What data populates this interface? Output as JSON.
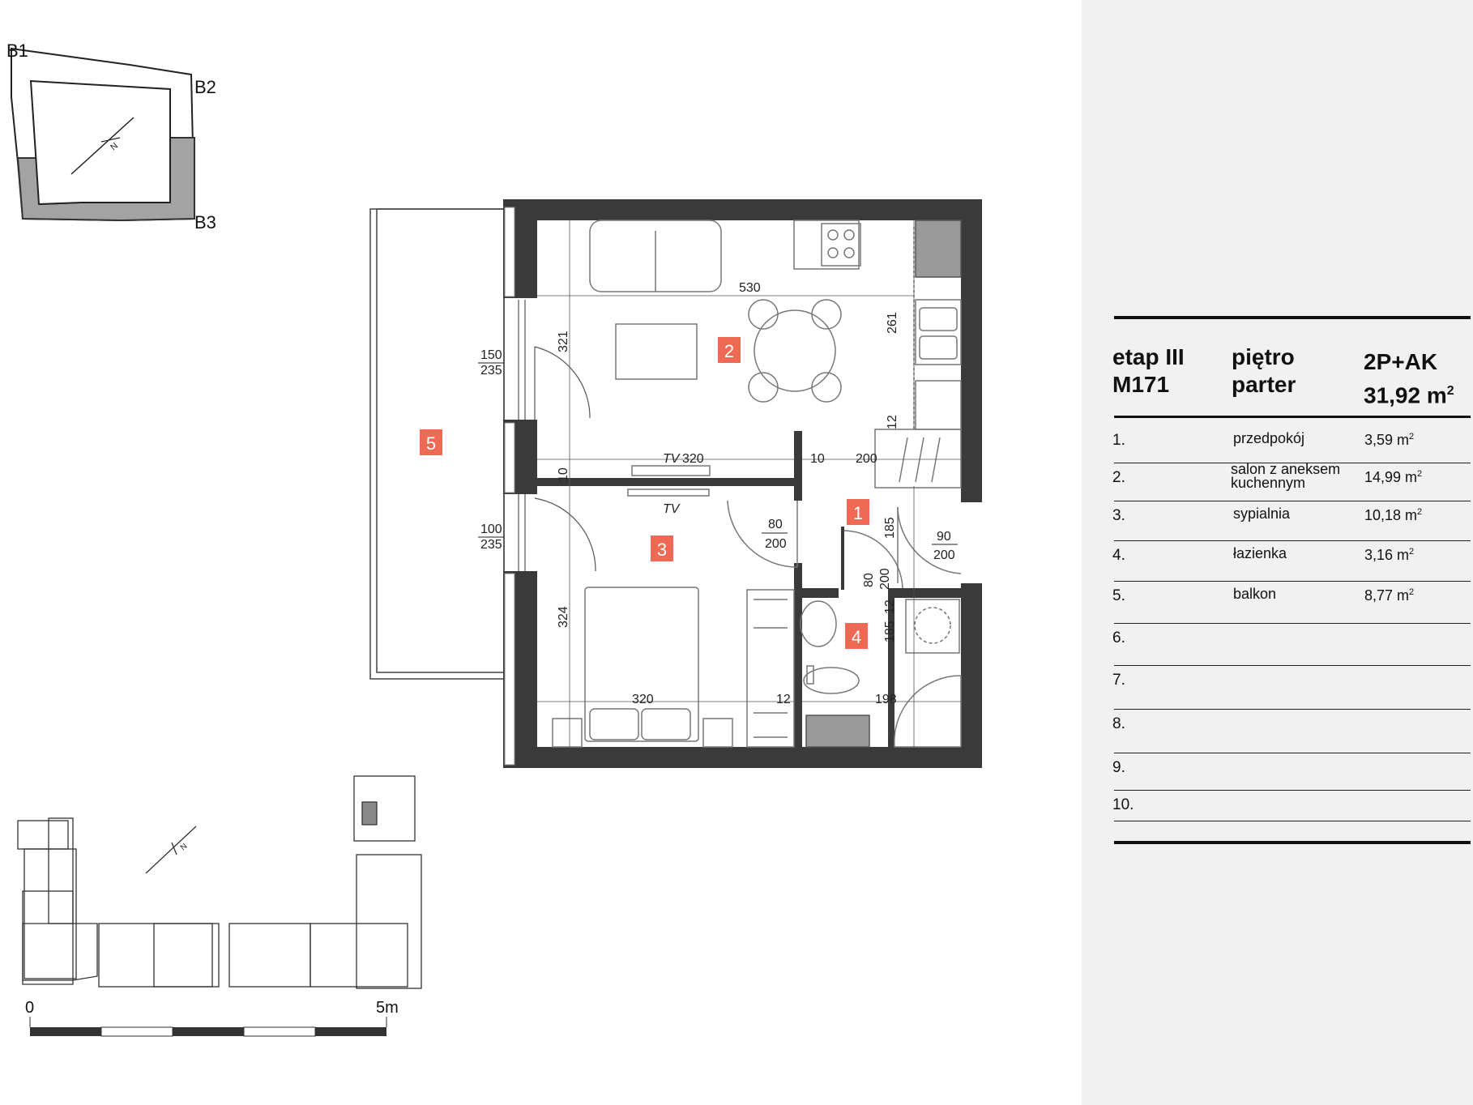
{
  "key_plan": {
    "labels": [
      "B1",
      "B2",
      "B3"
    ]
  },
  "plan": {
    "rooms": [
      {
        "number": "1"
      },
      {
        "number": "2"
      },
      {
        "number": "3"
      },
      {
        "number": "4"
      },
      {
        "number": "5"
      }
    ],
    "dims": {
      "d530": "530",
      "d261": "261",
      "d321": "321",
      "d150": "150",
      "d235a": "235",
      "d12a": "12",
      "d320a": "320",
      "d10a": "10",
      "d10b": "10",
      "d200a": "200",
      "tv1": "TV",
      "tv2": "TV",
      "d80a": "80",
      "d200b": "200",
      "d185a": "185",
      "d90": "90",
      "d200c": "200",
      "d80b": "80",
      "d200d": "200",
      "d12b": "12",
      "d185b": "185",
      "d100": "100",
      "d235b": "235",
      "d324": "324",
      "d320b": "320",
      "d12c": "12",
      "d198": "198"
    },
    "scale": {
      "start": "0",
      "end": "5m"
    }
  },
  "summary": {
    "stage": "etap III",
    "unit": "M171",
    "floor_label": "piętro",
    "floor_value": "parter",
    "type": "2P+AK",
    "total_area": "31,92 m",
    "unit_sup": "2"
  },
  "rooms_table": [
    {
      "num": "1.",
      "name": "przedpokój",
      "area": "3,59 m",
      "sup": "2"
    },
    {
      "num": "2.",
      "name": "salon z aneksem kuchennym",
      "area": "14,99 m",
      "sup": "2"
    },
    {
      "num": "3.",
      "name": "sypialnia",
      "area": "10,18 m",
      "sup": "2"
    },
    {
      "num": "4.",
      "name": "łazienka",
      "area": "3,16 m",
      "sup": "2"
    },
    {
      "num": "5.",
      "name": "balkon",
      "area": "8,77 m",
      "sup": "2"
    },
    {
      "num": "6.",
      "name": "",
      "area": "",
      "sup": ""
    },
    {
      "num": "7.",
      "name": "",
      "area": "",
      "sup": ""
    },
    {
      "num": "8.",
      "name": "",
      "area": "",
      "sup": ""
    },
    {
      "num": "9.",
      "name": "",
      "area": "",
      "sup": ""
    },
    {
      "num": "10.",
      "name": "",
      "area": "",
      "sup": ""
    }
  ],
  "colors": {
    "room_badge": "#ef6a55",
    "wall": "#3a3a3a",
    "panel_bg": "#f1f1f1",
    "key_fill": "#a3a3a3"
  }
}
